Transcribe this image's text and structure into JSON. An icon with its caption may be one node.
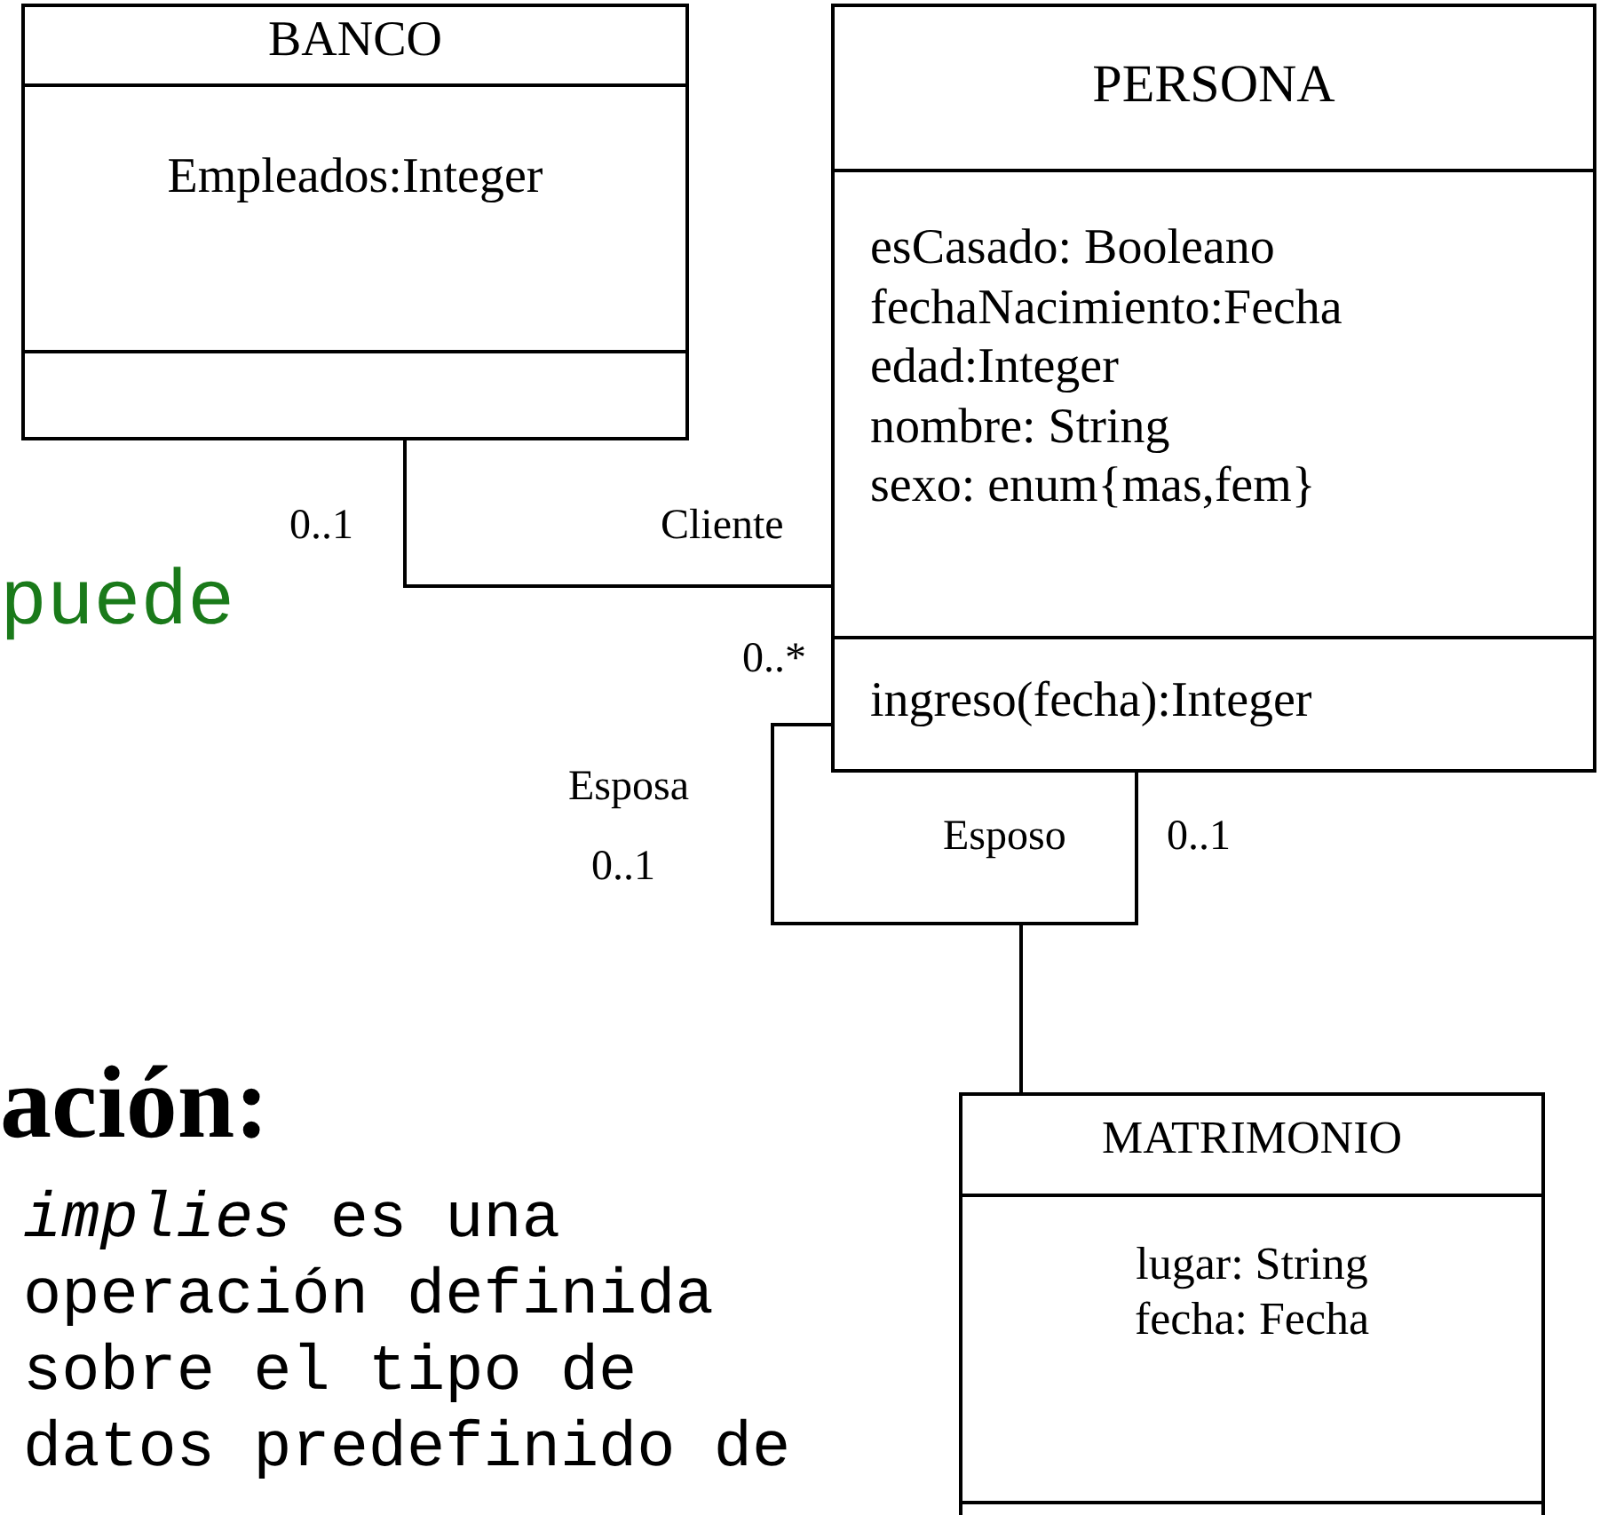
{
  "diagram": {
    "nodes": [
      {
        "text": [
          "BANCO",
          "Empleados:Integer"
        ]
      },
      {
        "text": [
          "PERSONA",
          "esCasado: Booleano",
          "fechaNacimiento:Fecha",
          "edad:Integer",
          "nombre: String",
          "sexo: enum{mas,fem}",
          "ingreso(fecha):Integer"
        ]
      },
      {
        "text": [
          "MATRIMONIO",
          "lugar: String",
          "fecha: Fecha"
        ]
      }
    ],
    "edges": [
      {
        "from": 0,
        "to": 1,
        "arrow": "none"
      },
      {
        "from": 1,
        "to": 1,
        "arrow": "none"
      },
      {
        "from": null,
        "to": 2,
        "arrow": "none"
      }
    ],
    "labels": [
      "0..1",
      "Cliente",
      "puede",
      "0..*",
      "Esposa",
      "0..1",
      "Esposo",
      "0..1",
      "ación:",
      "*implies* es una operación definida sobre el tipo de datos predefinido de"
    ]
  }
}
